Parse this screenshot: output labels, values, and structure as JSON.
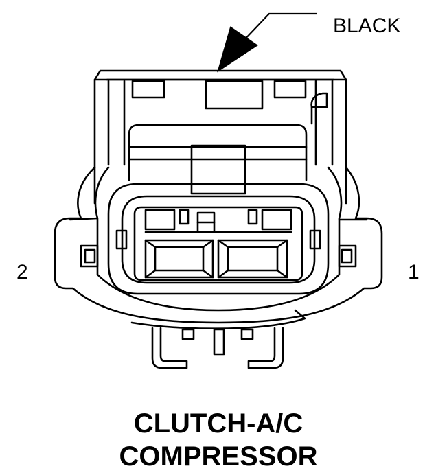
{
  "labels": {
    "color_callout": "BLACK",
    "pin_left": "2",
    "pin_right": "1"
  },
  "title": {
    "line1": "CLUTCH-A/C",
    "line2": "COMPRESSOR"
  },
  "colors": {
    "ink": "#000000",
    "background": "#ffffff"
  }
}
